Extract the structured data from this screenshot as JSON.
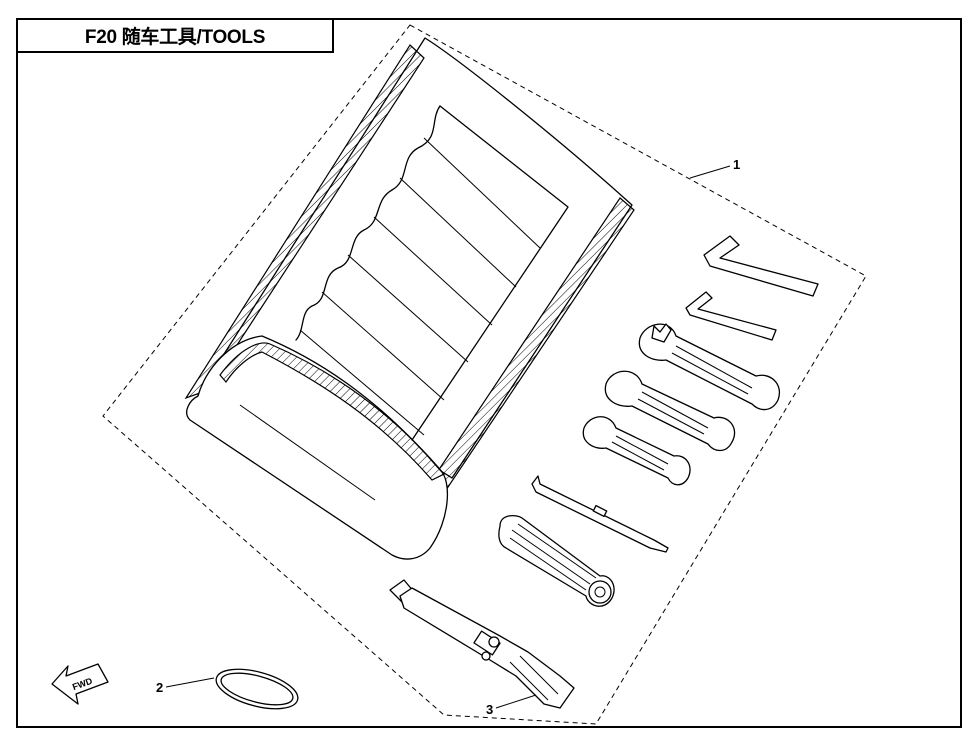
{
  "header": {
    "title": "F20  随车工具/TOOLS"
  },
  "callouts": [
    {
      "id": "1",
      "label": "1"
    },
    {
      "id": "2",
      "label": "2"
    },
    {
      "id": "3",
      "label": "3"
    }
  ],
  "direction_marker": {
    "label": "FWD",
    "icon": "arrow-left-icon"
  }
}
